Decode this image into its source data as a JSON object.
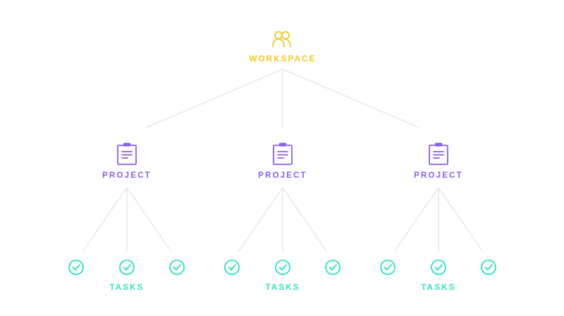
{
  "workspace": {
    "label": "WORKSPACE",
    "icon": "users-icon",
    "color": "#f2c81b"
  },
  "projects": [
    {
      "label": "PROJECT",
      "icon": "clipboard-icon",
      "tasks": {
        "label": "TASKS",
        "count": 3,
        "icon": "check-circle-icon"
      }
    },
    {
      "label": "PROJECT",
      "icon": "clipboard-icon",
      "tasks": {
        "label": "TASKS",
        "count": 3,
        "icon": "check-circle-icon"
      }
    },
    {
      "label": "PROJECT",
      "icon": "clipboard-icon",
      "tasks": {
        "label": "TASKS",
        "count": 3,
        "icon": "check-circle-icon"
      }
    }
  ],
  "colors": {
    "workspace": "#f2c81b",
    "project": "#8a5cf0",
    "task": "#2ee0c0",
    "connector": "#e6e6e6"
  }
}
